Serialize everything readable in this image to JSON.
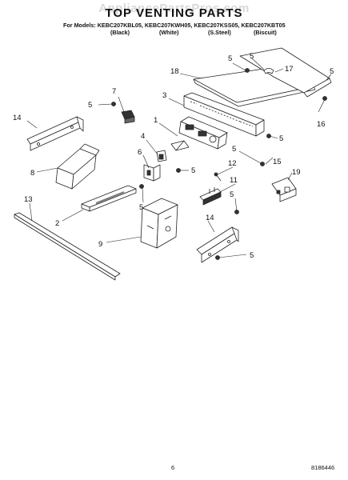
{
  "watermark": "AppliancePartsPros.com",
  "title": "TOP VENTING PARTS",
  "models_line": "For Models: KEBC207KBL05, KEBC207KWH05, KEBC207KSS05, KEBC207KBT05",
  "color_black": "(Black)",
  "color_white": "(White)",
  "color_steel": "(S.Steel)",
  "color_biscuit": "(Biscuit)",
  "callouts": {
    "c1": "1",
    "c2": "2",
    "c3": "3",
    "c4": "4",
    "c5a": "5",
    "c5b": "5",
    "c5c": "5",
    "c5d": "5",
    "c5e": "5",
    "c5f": "5",
    "c5g": "5",
    "c5h": "5",
    "c6": "6",
    "c7": "7",
    "c8": "8",
    "c9": "9",
    "c11": "11",
    "c12": "12",
    "c13": "13",
    "c14a": "14",
    "c14b": "14",
    "c15": "15",
    "c16": "16",
    "c17": "17",
    "c18": "18",
    "c19": "19"
  },
  "page_number": "6",
  "doc_number": "8186446"
}
